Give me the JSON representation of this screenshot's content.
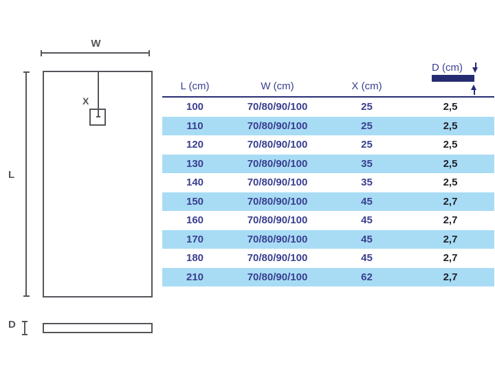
{
  "diagram": {
    "width_label": "W",
    "length_label": "L",
    "drain_offset_label": "X",
    "depth_label": "D"
  },
  "table": {
    "headers": {
      "l": "L (cm)",
      "w": "W (cm)",
      "x": "X (cm)",
      "d": "D (cm)"
    },
    "rows": [
      {
        "l": "100",
        "w": "70/80/90/100",
        "x": "25",
        "d": "2,5"
      },
      {
        "l": "110",
        "w": "70/80/90/100",
        "x": "25",
        "d": "2,5"
      },
      {
        "l": "120",
        "w": "70/80/90/100",
        "x": "25",
        "d": "2,5"
      },
      {
        "l": "130",
        "w": "70/80/90/100",
        "x": "35",
        "d": "2,5"
      },
      {
        "l": "140",
        "w": "70/80/90/100",
        "x": "35",
        "d": "2,5"
      },
      {
        "l": "150",
        "w": "70/80/90/100",
        "x": "45",
        "d": "2,7"
      },
      {
        "l": "160",
        "w": "70/80/90/100",
        "x": "45",
        "d": "2,7"
      },
      {
        "l": "170",
        "w": "70/80/90/100",
        "x": "45",
        "d": "2,7"
      },
      {
        "l": "180",
        "w": "70/80/90/100",
        "x": "45",
        "d": "2,7"
      },
      {
        "l": "210",
        "w": "70/80/90/100",
        "x": "62",
        "d": "2,7"
      }
    ]
  },
  "colors": {
    "navy_text": "#393e8f",
    "navy_dark": "#252c72",
    "row_highlight": "#a8dcf5",
    "dark_value": "#1f2028",
    "diagram_gray": "#54555a"
  }
}
